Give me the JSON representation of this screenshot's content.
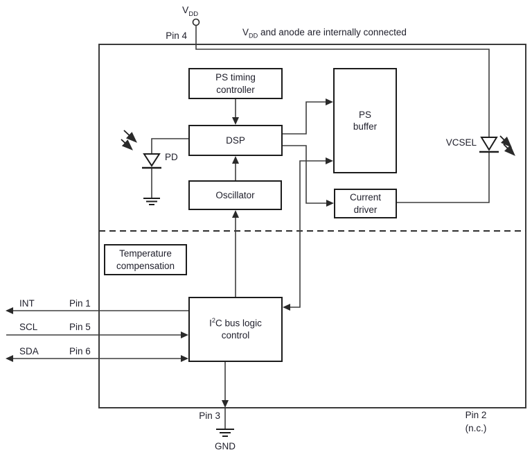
{
  "diagram": {
    "note": {
      "pre": "V",
      "sub": "DD",
      "rest": " and anode are internally connected"
    },
    "vdd": {
      "pre": "V",
      "sub": "DD"
    },
    "pin4": "Pin 4",
    "blocks": {
      "ps_timing": {
        "line1": "PS timing",
        "line2": "controller"
      },
      "dsp": {
        "label": "DSP"
      },
      "oscillator": {
        "label": "Oscillator"
      },
      "ps_buffer": {
        "line1": "PS",
        "line2": "buffer"
      },
      "current_driver": {
        "line1": "Current",
        "line2": "driver"
      },
      "temp_comp": {
        "line1": "Temperature",
        "line2": "compensation"
      },
      "i2c": {
        "pre": "I",
        "sup": "2",
        "rest": "C bus logic",
        "line2": "control"
      }
    },
    "devices": {
      "pd": "PD",
      "vcsel": "VCSEL"
    },
    "left_pins": [
      {
        "name": "INT",
        "pin": "Pin 1"
      },
      {
        "name": "SCL",
        "pin": "Pin 5"
      },
      {
        "name": "SDA",
        "pin": "Pin 6"
      }
    ],
    "bottom_pins": {
      "pin3": {
        "pin": "Pin 3",
        "net": "GND"
      },
      "pin2": {
        "pin": "Pin 2",
        "note": "(n.c.)"
      }
    },
    "colors": {
      "wire": "#3d3d3d",
      "border": "#1c1c1c",
      "text": "#20202c"
    }
  }
}
